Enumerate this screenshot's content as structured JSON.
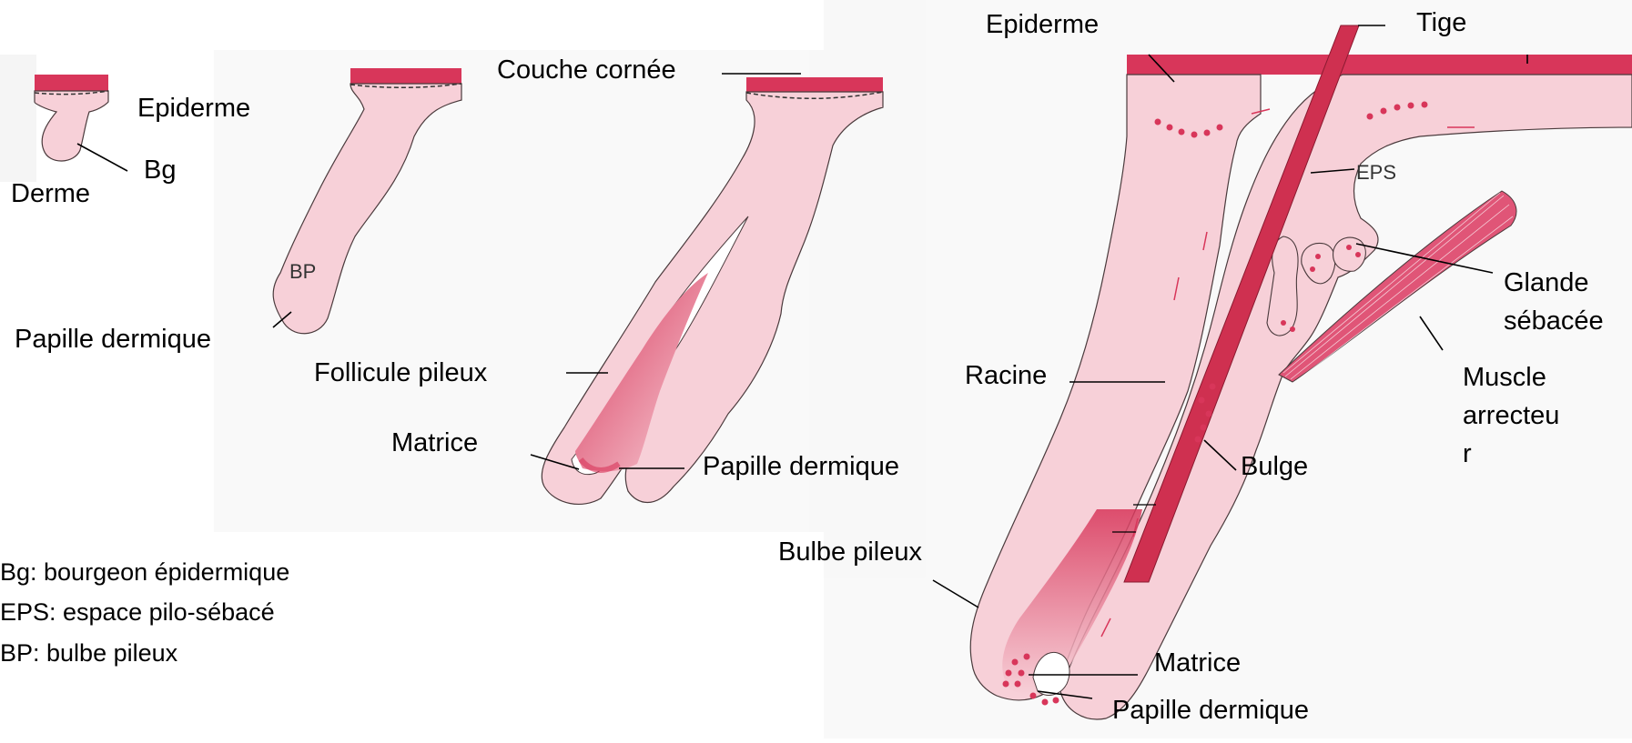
{
  "colors": {
    "tissue": "#f7d0d8",
    "epidermis": "#d8365a",
    "shaft": "#cf3050",
    "outline": "#4a3a3c",
    "bg_scan": "#f2f2f2"
  },
  "stage1": {
    "epiderme": "Epiderme",
    "bg": "Bg",
    "derme": "Derme"
  },
  "stage2": {
    "bp": "BP",
    "papille": "Papille dermique"
  },
  "stage3": {
    "couche": "Couche cornée",
    "follicule": "Follicule pileux",
    "matrice": "Matrice",
    "papille": "Papille dermique"
  },
  "stage4": {
    "epiderme": "Epiderme",
    "tige": "Tige",
    "eps": "EPS",
    "glande": [
      "Glande",
      "sébacée"
    ],
    "muscle": [
      "Muscle",
      "arrecteu",
      "r"
    ],
    "racine": "Racine",
    "bulge": "Bulge",
    "bulbe": "Bulbe pileux",
    "matrice": "Matrice",
    "papille": "Papille dermique"
  },
  "legend": [
    "Bg: bourgeon épidermique",
    "EPS: espace pilo-sébacé",
    "BP: bulbe pileux"
  ]
}
